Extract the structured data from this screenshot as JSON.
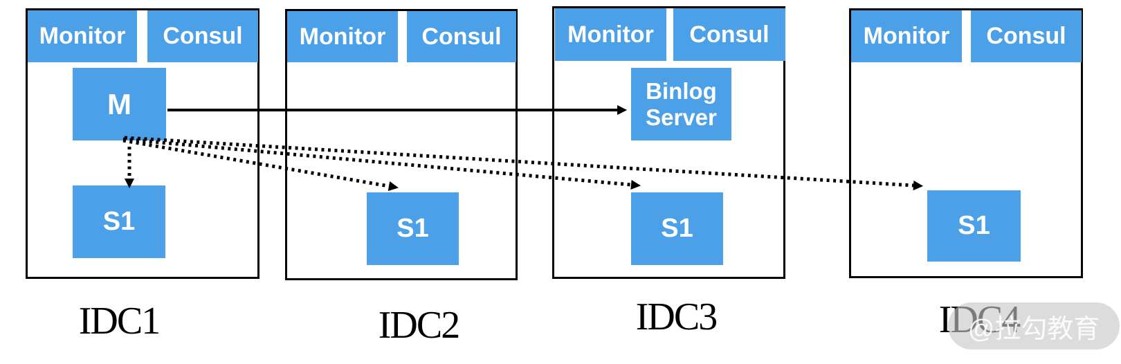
{
  "idcs": [
    {
      "label": "IDC1",
      "monitor": "Monitor",
      "consul": "Consul",
      "master": "M",
      "slave": "S1"
    },
    {
      "label": "IDC2",
      "monitor": "Monitor",
      "consul": "Consul",
      "slave": "S1"
    },
    {
      "label": "IDC3",
      "monitor": "Monitor",
      "consul": "Consul",
      "binlog_server": "Binlog Server",
      "slave": "S1"
    },
    {
      "label": "IDC4",
      "monitor": "Monitor",
      "consul": "Consul",
      "slave": "S1"
    }
  ],
  "edges": [
    {
      "from": "IDC1.M",
      "to": "IDC3.BinlogServer",
      "style": "solid"
    },
    {
      "from": "IDC1.M",
      "to": "IDC1.S1",
      "style": "dotted"
    },
    {
      "from": "IDC1.M",
      "to": "IDC2.S1",
      "style": "dotted"
    },
    {
      "from": "IDC1.M",
      "to": "IDC3.S1",
      "style": "dotted"
    },
    {
      "from": "IDC1.M",
      "to": "IDC4.S1",
      "style": "dotted"
    }
  ],
  "watermark": {
    "text": "@拉勾教育"
  },
  "colors": {
    "node_blue": "#4BA0E8",
    "edge_black": "#000000",
    "frame_border": "#000000",
    "node_text": "#ffffff",
    "watermark_bg": "#c7c7c7",
    "watermark_text": "#ffffff"
  }
}
